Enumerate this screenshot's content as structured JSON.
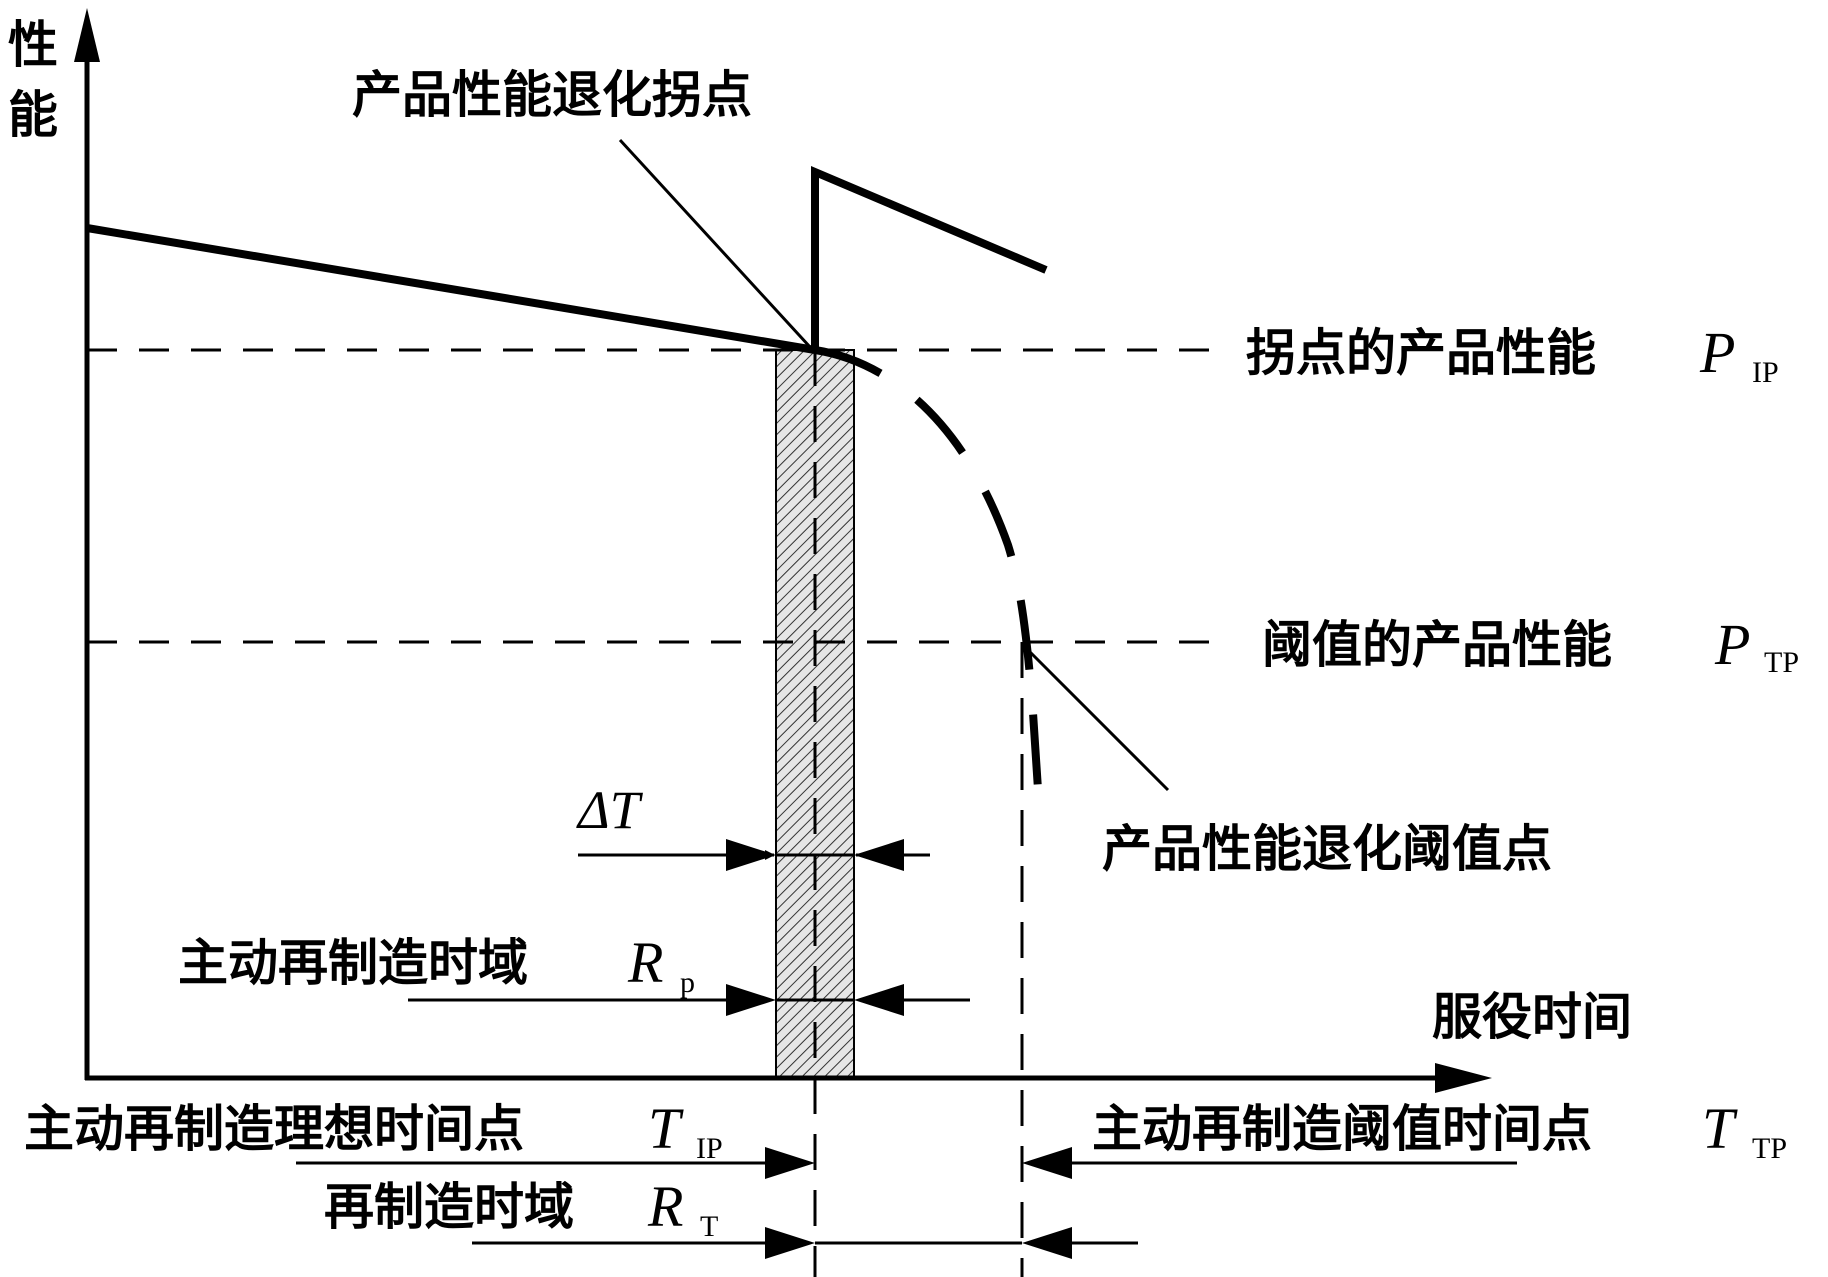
{
  "axes": {
    "y_label_line1": "性",
    "y_label_line2": "能",
    "x_label": "服役时间"
  },
  "labels": {
    "inflection_point": "产品性能退化拐点",
    "threshold_point": "产品性能退化阈值点",
    "ip_performance": "拐点的产品性能",
    "ip_performance_symbol": "P",
    "ip_performance_sub": "IP",
    "tp_performance": "阈值的产品性能",
    "tp_performance_symbol": "P",
    "tp_performance_sub": "TP",
    "delta_t": "ΔT",
    "active_domain": "主动再制造时域",
    "active_domain_symbol": "R",
    "active_domain_sub": "p",
    "ideal_time": "主动再制造理想时间点",
    "ideal_time_symbol": "T",
    "ideal_time_sub": "IP",
    "threshold_time": "主动再制造阈值时间点",
    "threshold_time_symbol": "T",
    "threshold_time_sub": "TP",
    "reman_domain": "再制造时域",
    "reman_domain_symbol": "R",
    "reman_domain_sub": "T"
  }
}
